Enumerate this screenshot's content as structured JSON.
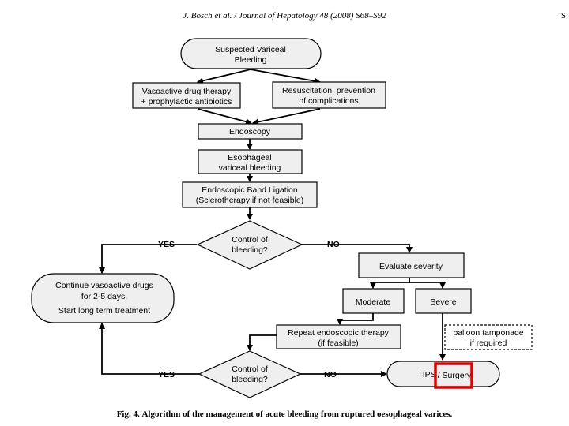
{
  "header": {
    "running_head": "J. Bosch et al. / Journal of Hepatology 48 (2008) S68–S92",
    "page_mark": "S"
  },
  "flowchart": {
    "start": [
      "Suspected Variceal",
      "Bleeding"
    ],
    "vasoactive": [
      "Vasoactive drug therapy",
      "+ prophylactic antibiotics"
    ],
    "resuscitation": [
      "Resuscitation, prevention",
      "of complications"
    ],
    "endoscopy": "Endoscopy",
    "esophageal": [
      "Esophageal",
      "variceal bleeding"
    ],
    "band_ligation": [
      "Endoscopic Band Ligation",
      "(Sclerotherapy if not feasible)"
    ],
    "decision1": [
      "Control of",
      "bleeding?"
    ],
    "yes1": "YES",
    "no1": "NO",
    "continue_drugs": [
      "Continue vasoactive drugs",
      "for 2-5 days.",
      "Start long term treatment"
    ],
    "evaluate": "Evaluate severity",
    "moderate": "Moderate",
    "severe": "Severe",
    "repeat": [
      "Repeat endoscopic therapy",
      "(if feasible)"
    ],
    "balloon": [
      "balloon tamponade",
      "if required"
    ],
    "decision2": [
      "Control of",
      "bleeding?"
    ],
    "yes2": "YES",
    "no2": "NO",
    "tips": "TIPS",
    "surgery": "/ Surgery"
  },
  "caption": {
    "label": "Fig. 4.",
    "text": "Algorithm of the management of acute bleeding from ruptured oesophageal varices."
  },
  "colors": {
    "highlight": "#e00000",
    "box_fill": "#f2f2f2",
    "stroke": "#000000"
  }
}
